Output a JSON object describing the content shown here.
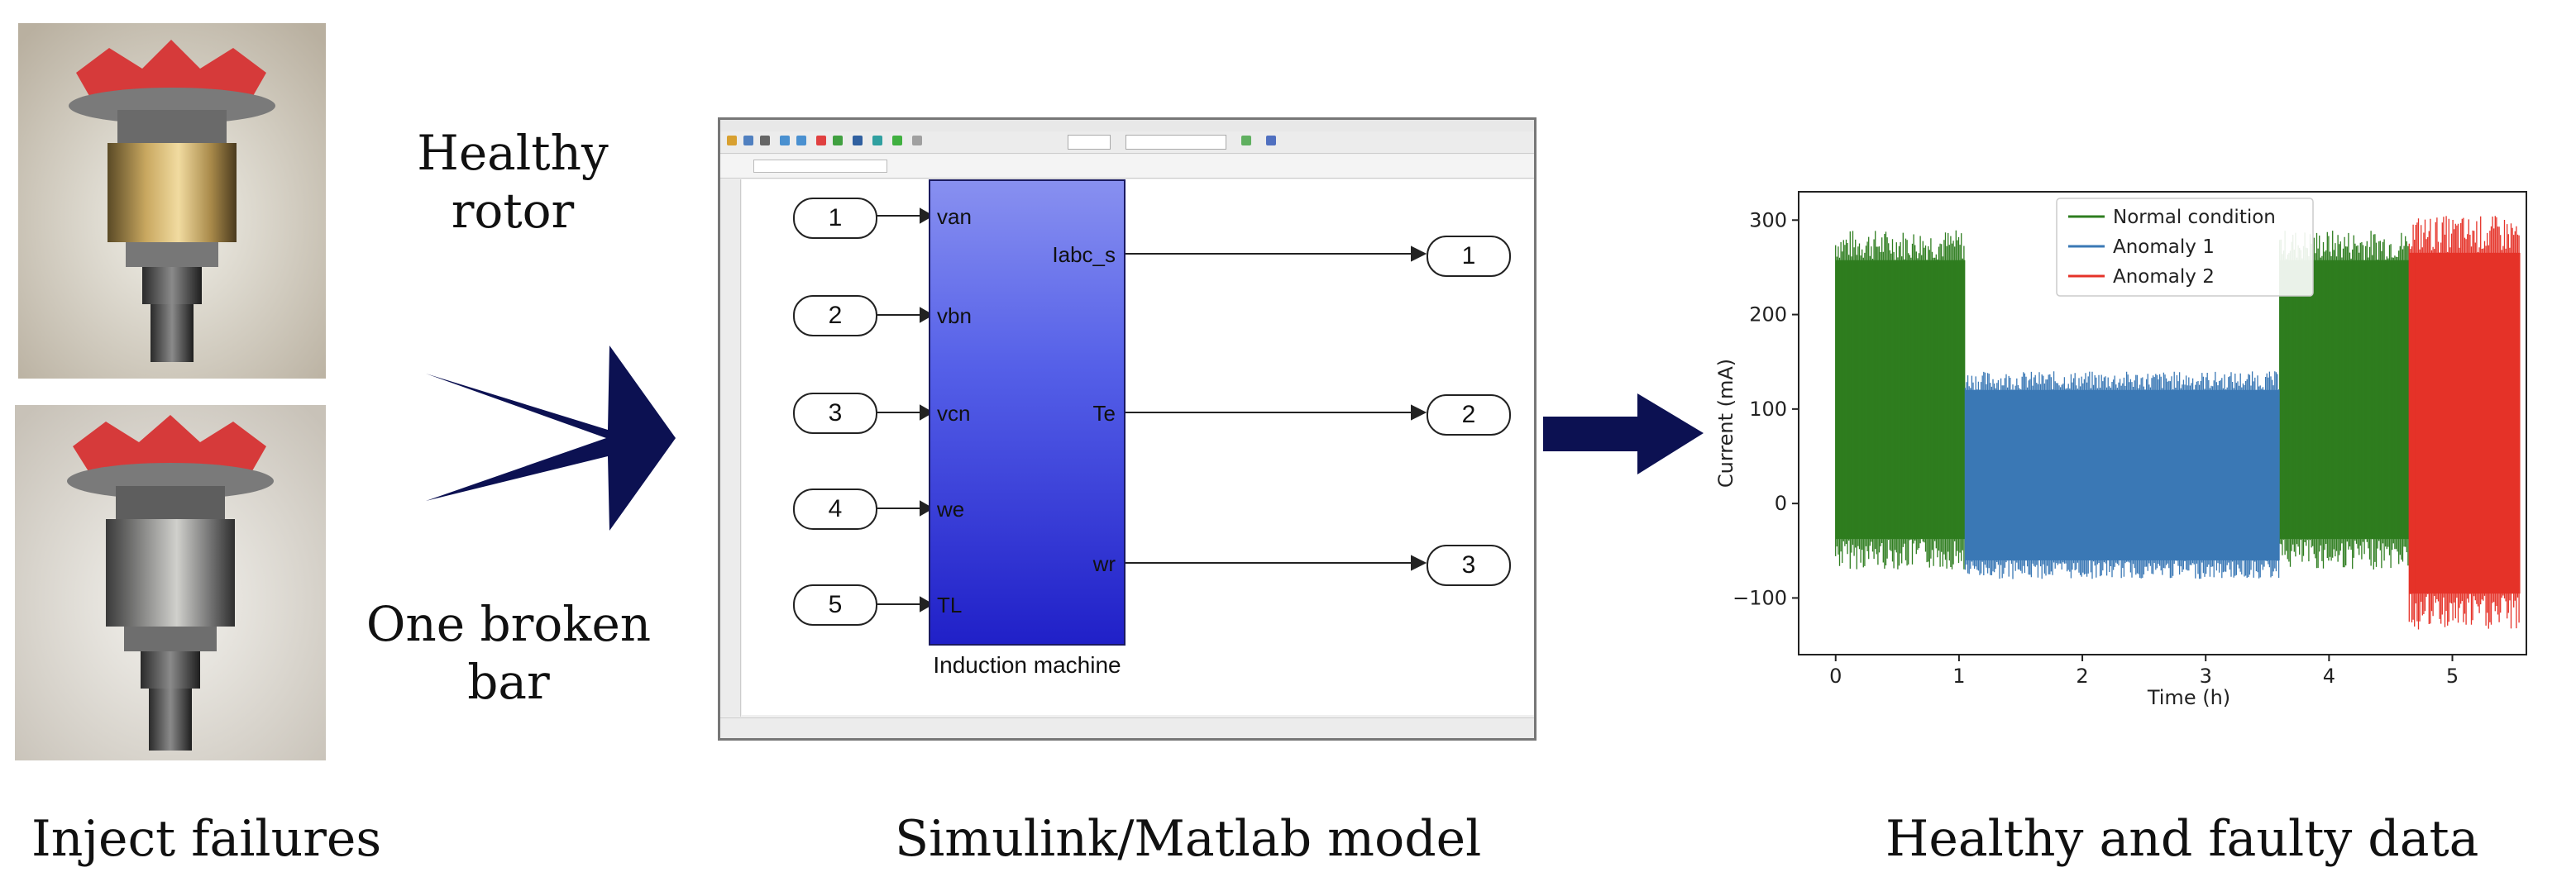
{
  "rotor_labels": {
    "healthy": "Healthy rotor",
    "broken": "One broken bar"
  },
  "captions": {
    "left": "Inject failures",
    "middle": "Simulink/Matlab model",
    "right": "Healthy and faulty data"
  },
  "simulink": {
    "inports": [
      "1",
      "2",
      "3",
      "4",
      "5"
    ],
    "outports": [
      "1",
      "2",
      "3"
    ],
    "block": {
      "inputs": [
        "van",
        "vbn",
        "vcn",
        "we",
        "TL"
      ],
      "outputs": [
        "Iabc_s",
        "Te",
        "wr"
      ],
      "caption": "Induction machine"
    }
  },
  "colors": {
    "arrow": "#0c1152",
    "normal": "#2e7d1f",
    "anomaly1": "#3a78b5",
    "anomaly2": "#e53228",
    "block_top": "#8890f0",
    "block_bottom": "#2020c8"
  },
  "chart_data": {
    "type": "line",
    "xlabel": "Time (h)",
    "ylabel": "Current (mA)",
    "xlim": [
      -0.3,
      5.6
    ],
    "ylim": [
      -160,
      330
    ],
    "xticks": [
      "0",
      "1",
      "2",
      "3",
      "4",
      "5"
    ],
    "yticks": [
      "300",
      "200",
      "100",
      "0",
      "−100"
    ],
    "legend_position": "top-center",
    "series": [
      {
        "name": "Normal condition",
        "color": "#2e7d1f",
        "segments": [
          {
            "x": [
              0,
              1.05
            ],
            "y_min": -70,
            "y_max": 290
          },
          {
            "x": [
              3.6,
              4.65
            ],
            "y_min": -70,
            "y_max": 290
          }
        ]
      },
      {
        "name": "Anomaly 1",
        "color": "#3a78b5",
        "segments": [
          {
            "x": [
              1.05,
              3.6
            ],
            "y_min": -80,
            "y_max": 140
          }
        ]
      },
      {
        "name": "Anomaly 2",
        "color": "#e53228",
        "segments": [
          {
            "x": [
              4.65,
              5.55
            ],
            "y_min": -135,
            "y_max": 305
          }
        ]
      }
    ]
  }
}
